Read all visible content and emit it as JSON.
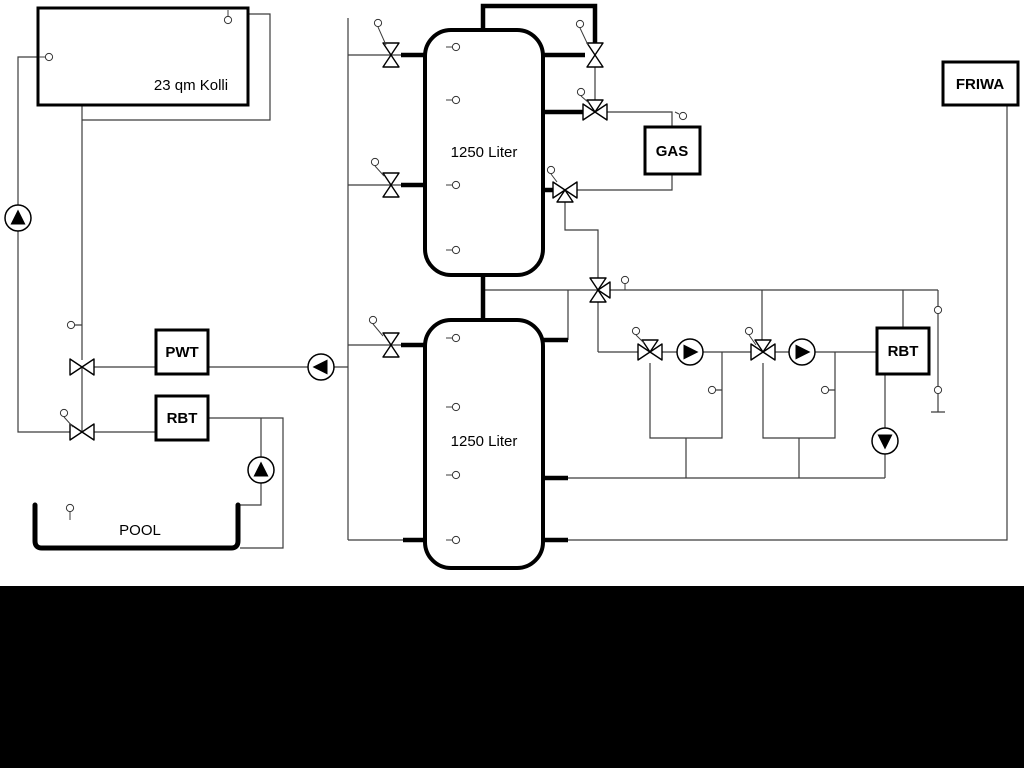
{
  "schematic": {
    "collector_label": "23 qm Kolli",
    "tank1_label": "1250 Liter",
    "tank2_label": "1250 Liter",
    "gas_label": "GAS",
    "friwa_label": "FRIWA",
    "pwt_label": "PWT",
    "rbt_left_label": "RBT",
    "rbt_right_label": "RBT",
    "pool_label": "POOL"
  },
  "colors": {
    "background": "#ffffff",
    "bottom_bar": "#000000",
    "pipe_thin": "#3c3c3c",
    "pipe_thick": "#000000",
    "component_fill": "#ffffff",
    "component_stroke": "#000000"
  }
}
